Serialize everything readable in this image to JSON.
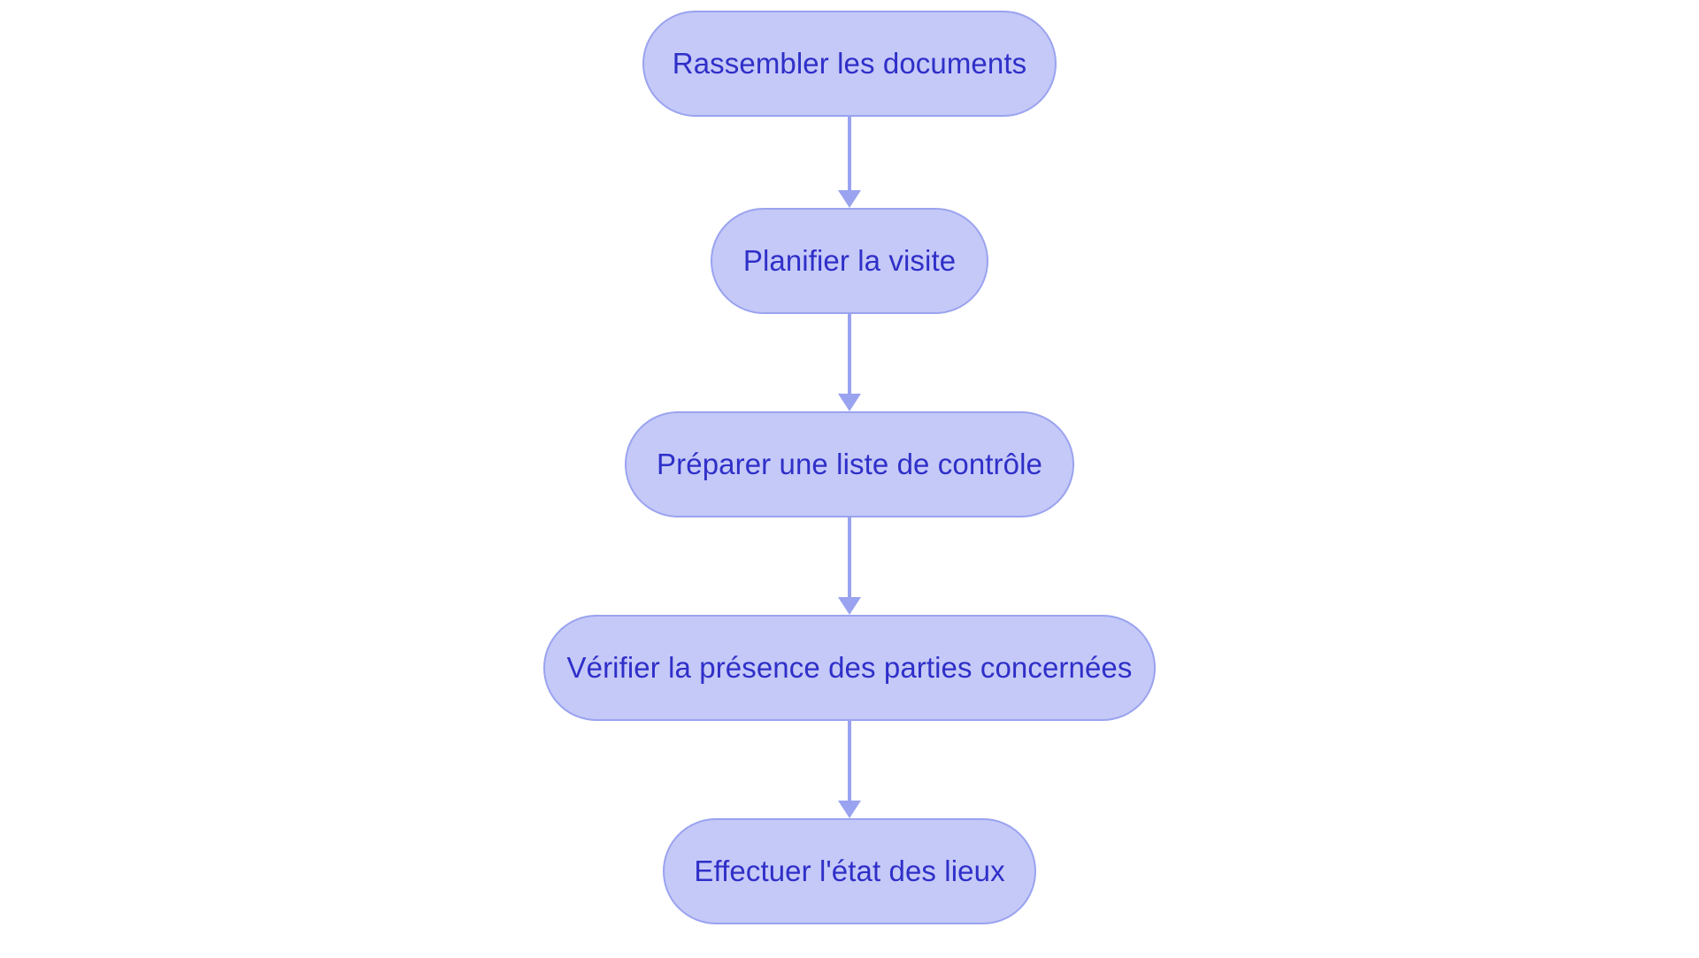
{
  "diagram": {
    "type": "flowchart",
    "orientation": "vertical-top-to-bottom",
    "background_color": "#ffffff",
    "node_fill_color": "#c5c9f8",
    "node_border_color": "#9aa3ef",
    "node_text_color": "#2f2fc8",
    "connector_color": "#9aa3ef",
    "node_shape": "stadium",
    "nodes": [
      {
        "id": "n0",
        "label": "Rassembler les documents"
      },
      {
        "id": "n1",
        "label": "Planifier la visite"
      },
      {
        "id": "n2",
        "label": "Préparer une liste de contrôle"
      },
      {
        "id": "n3",
        "label": "Vérifier la présence des parties concernées"
      },
      {
        "id": "n4",
        "label": "Effectuer l'état des lieux"
      }
    ],
    "edges": [
      {
        "id": "e0",
        "from": "n0",
        "to": "n1",
        "label": "",
        "arrow": "down-arrow"
      },
      {
        "id": "e1",
        "from": "n1",
        "to": "n2",
        "label": "",
        "arrow": "down-arrow"
      },
      {
        "id": "e2",
        "from": "n2",
        "to": "n3",
        "label": "",
        "arrow": "down-arrow"
      },
      {
        "id": "e3",
        "from": "n3",
        "to": "n4",
        "label": "",
        "arrow": "down-arrow"
      }
    ]
  }
}
